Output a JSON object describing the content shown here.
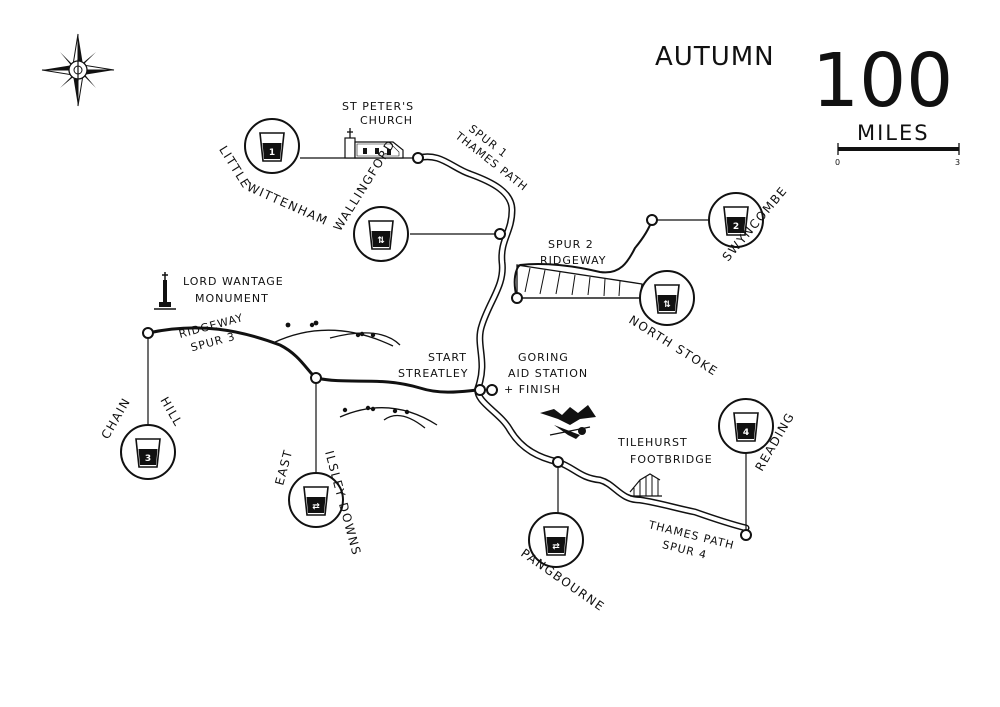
{
  "title": {
    "word": "AUTUMN",
    "number": "100",
    "unit": "MILES"
  },
  "scale": {
    "start": "0",
    "end": "3"
  },
  "compass": {
    "icon": "compass-rose-icon"
  },
  "start_finish": {
    "start_line1": "START",
    "start_line2": "STREATLEY",
    "aid_line1": "GORING",
    "aid_line2": "AID STATION",
    "aid_line3": "+ FINISH"
  },
  "landmarks": {
    "church_line1": "ST PETER'S",
    "church_line2": "CHURCH",
    "monument_line1": "LORD WANTAGE",
    "monument_line2": "MONUMENT",
    "footbridge_line1": "TILEHURST",
    "footbridge_line2": "FOOTBRIDGE"
  },
  "spurs": {
    "spur1_line1": "SPUR 1",
    "spur1_line2": "THAMES PATH",
    "spur2_line1": "SPUR 2",
    "spur2_line2": "RIDGEWAY",
    "spur3_line1": "RIDGEWAY",
    "spur3_line2": "SPUR 3",
    "spur4_line1": "THAMES PATH",
    "spur4_line2": "SPUR 4"
  },
  "stations": {
    "little_wittenham": {
      "name_line1": "LITTLE",
      "name_line2": "WITTENHAM",
      "number": "1",
      "symbol": ""
    },
    "wallingford": {
      "name": "WALLINGFORD",
      "number": "",
      "symbol": "⇅"
    },
    "swyncombe": {
      "name": "SWYNCOMBE",
      "number": "2",
      "symbol": ""
    },
    "north_stoke": {
      "name": "NORTH STOKE",
      "number": "",
      "symbol": "⇅"
    },
    "chain_hill": {
      "name_line1": "CHAIN",
      "name_line2": "HILL",
      "number": "3",
      "symbol": ""
    },
    "east_ilsley": {
      "name_line1": "EAST",
      "name_line2": "ILSLEY DOWNS",
      "number": "",
      "symbol": "⇄"
    },
    "pangbourne": {
      "name": "PANGBOURNE",
      "number": "",
      "symbol": "⇄"
    },
    "reading": {
      "name": "READING",
      "number": "4",
      "symbol": ""
    }
  },
  "colors": {
    "ink": "#111111",
    "paper": "#ffffff"
  }
}
